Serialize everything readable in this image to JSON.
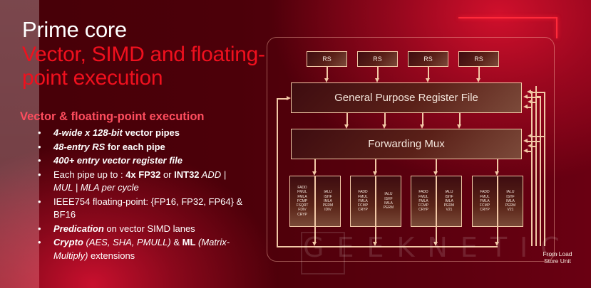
{
  "slide": {
    "title": "Prime core",
    "subtitle": "Vector, SIMD and floating-point execution",
    "section_heading": "Vector & floating-point execution",
    "bullets": [
      {
        "parts": [
          {
            "t": "4-wide x 128-bit",
            "s": "bi"
          },
          {
            "t": " vector pipes",
            "s": "b"
          }
        ]
      },
      {
        "parts": [
          {
            "t": "48-entry RS",
            "s": "bi"
          },
          {
            "t": " for each pipe",
            "s": "b"
          }
        ]
      },
      {
        "parts": [
          {
            "t": "400+ entry vector register file",
            "s": "bi"
          }
        ]
      },
      {
        "parts": [
          {
            "t": "Each pipe up to : ",
            "s": ""
          },
          {
            "t": "4x FP32",
            "s": "b"
          },
          {
            "t": " or ",
            "s": ""
          },
          {
            "t": "INT32",
            "s": "b"
          },
          {
            "t": " ADD | MUL | MLA per cycle",
            "s": "i"
          }
        ]
      },
      {
        "parts": [
          {
            "t": "IEEE754 floating-point: {FP16, FP32, FP64} & BF16",
            "s": ""
          }
        ]
      },
      {
        "parts": [
          {
            "t": "Predication",
            "s": "bi"
          },
          {
            "t": " on vector SIMD lanes",
            "s": ""
          }
        ]
      },
      {
        "parts": [
          {
            "t": "Crypto",
            "s": "bi"
          },
          {
            "t": " (AES, SHA, PMULL)",
            "s": "i"
          },
          {
            "t": " & ",
            "s": ""
          },
          {
            "t": "ML",
            "s": "b"
          },
          {
            "t": " (Matrix-Multiply)",
            "s": "i"
          },
          {
            "t": " extensions",
            "s": ""
          }
        ]
      }
    ]
  },
  "diagram": {
    "rs_blocks": [
      "RS",
      "RS",
      "RS",
      "RS"
    ],
    "register_file": "General Purpose Register File",
    "forwarding_mux": "Forwarding Mux",
    "exec_units": [
      {
        "fp": "FADD\nFMUL\nFMLA\nFCMP\nFSQRT\nFDIV\nCRYP",
        "int": "IALU\nISHF\nIMLA\nPERM\nIDIV"
      },
      {
        "fp": "FADD\nFMUL\nFMLA\nFCMP\nCRYP",
        "int": "IALU\nISHF\nIMLA\nPERM"
      },
      {
        "fp": "FADD\nFMUL\nFMLA\nFCMP\nCRYP",
        "int": "IALU\nISHF\nIMLA\nPERM\nV21"
      },
      {
        "fp": "FADD\nFMUL\nFMLA\nFCMP\nCRYP",
        "int": "IALU\nISHF\nIMLA\nPERM\nV21"
      }
    ],
    "from_load_store": "From Load Store Unit"
  },
  "watermark": "GEEKNETIC",
  "colors": {
    "title": "#ffffff",
    "subtitle": "#f0101e",
    "section_heading": "#ff4d5e",
    "diagram_line": "#f2c8a6",
    "background": "#4c0009"
  }
}
